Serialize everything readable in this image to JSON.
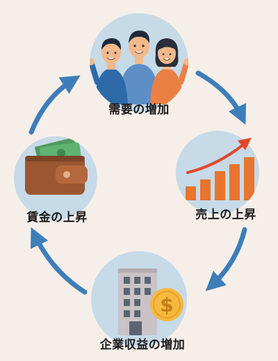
{
  "nodes": [
    {
      "id": "demand",
      "label": "需要の増加",
      "icon": "people-icon"
    },
    {
      "id": "sales",
      "label": "売上の上昇",
      "icon": "rising-bar-chart-icon"
    },
    {
      "id": "profit",
      "label": "企業収益の増加",
      "icon": "office-building-coin-icon"
    },
    {
      "id": "wage",
      "label": "賃金の上昇",
      "icon": "wallet-money-icon"
    }
  ],
  "colors": {
    "background": "#f6efe9",
    "circle": "#c6dae8",
    "arrow": "#3e7eb8",
    "bars": "#e8742e",
    "trend_arrow": "#e0472a",
    "coin": "#f4b93e",
    "coin_symbol": "#c47d19",
    "wallet": "#9a5732",
    "banknote": "#5aa56b",
    "building": "#c9c2c6",
    "window": "#5b6470"
  },
  "coin_symbol": "$",
  "flow": "clockwise"
}
